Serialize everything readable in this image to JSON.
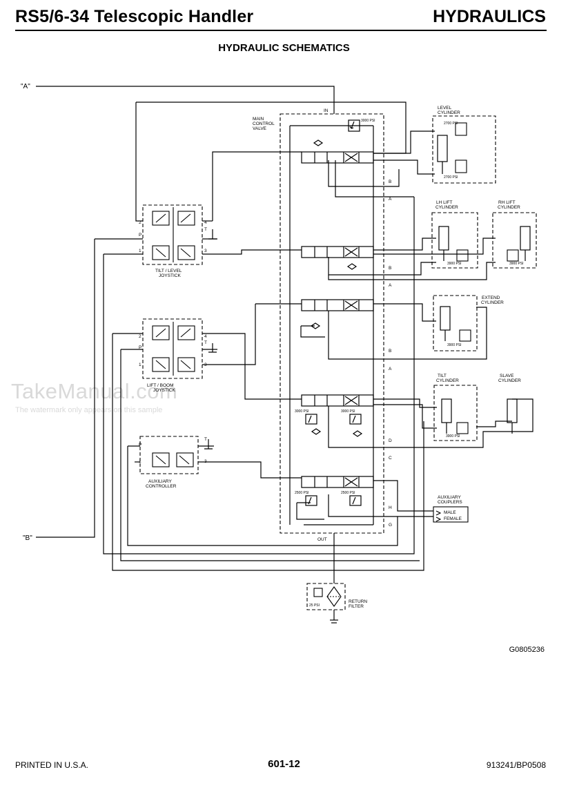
{
  "header": {
    "title": "RS5/6-34 Telescopic Handler",
    "section": "HYDRAULICS"
  },
  "page_title": "HYDRAULIC SCHEMATICS",
  "figure_id": "G0805236",
  "footer": {
    "left": "PRINTED IN U.S.A.",
    "center": "601-12",
    "right": "913241/BP0508"
  },
  "watermark": {
    "line1": "TakeManual.com",
    "line2": "The watermark only appears on this sample"
  },
  "schematic": {
    "port_a_label": "\"A\"",
    "port_b_label": "\"B\"",
    "main_valve": {
      "label": [
        "MAIN",
        "CONTROL",
        "VALVE"
      ],
      "in_label": "IN",
      "out_label": "OUT",
      "relief": "3000 PSI"
    },
    "section_ports": [
      "B",
      "A",
      "B",
      "A",
      "B",
      "A",
      "D",
      "C",
      "H",
      "G"
    ],
    "section_relief": [
      "3000 PSI",
      "3000 PSI",
      "2500 PSI",
      "2500 PSI"
    ],
    "tilt_level_joystick": {
      "label": [
        "TILT / LEVEL",
        "JOYSTICK"
      ],
      "ports": [
        "2",
        "P",
        "1",
        "4",
        "T",
        "3"
      ]
    },
    "lift_boom_joystick": {
      "label": [
        "LIFT / BOOM",
        "JOYSTICK"
      ],
      "ports": [
        "2",
        "P",
        "1",
        "4",
        "T",
        "3"
      ]
    },
    "auxiliary_controller": {
      "label": [
        "AUXILIARY",
        "CONTROLLER"
      ],
      "ports": [
        "P",
        "1",
        "T",
        "3"
      ]
    },
    "level_cylinder": {
      "label": [
        "LEVEL",
        "CYLINDER"
      ],
      "valves": [
        "2700 PSI",
        "2700 PSI"
      ]
    },
    "lh_lift_cylinder": {
      "label": [
        "LH LIFT",
        "CYLINDER"
      ],
      "valve": "3900 PSI"
    },
    "rh_lift_cylinder": {
      "label": [
        "RH LIFT",
        "CYLINDER"
      ],
      "valve": "3900 PSI"
    },
    "extend_cylinder": {
      "label": [
        "EXTEND",
        "CYLINDER"
      ],
      "valve": "3900 PSI"
    },
    "tilt_cylinder": {
      "label": [
        "TILT",
        "CYLINDER"
      ],
      "valve": "3900 PSI"
    },
    "slave_cylinder": {
      "label": [
        "SLAVE",
        "CYLINDER"
      ]
    },
    "auxiliary_couplers": {
      "label": [
        "AUXILIARY",
        "COUPLERS"
      ],
      "items": [
        "MALE",
        "FEMALE"
      ]
    },
    "return_filter": {
      "label": [
        "RETURN",
        "FILTER"
      ],
      "bypass": "25 PSI"
    }
  }
}
